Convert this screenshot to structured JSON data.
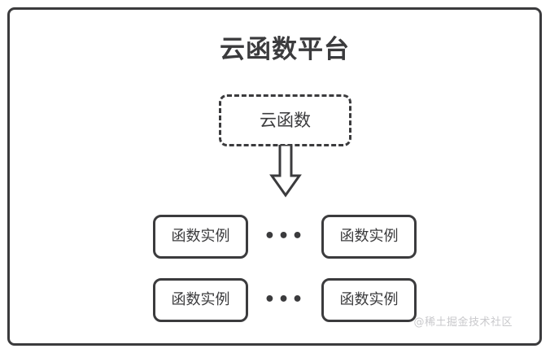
{
  "diagram": {
    "platform": {
      "title": "云函数平台",
      "border_color": "#3b3b3d",
      "background_color": "#ffffff"
    },
    "function_node": {
      "label": "云函数",
      "style": "dashed-rounded-rect",
      "border_color": "#3b3b3d"
    },
    "arrow": {
      "name": "down-block-arrow",
      "direction": "down",
      "stroke_color": "#3b3b3d",
      "fill_color": "#ffffff"
    },
    "instance_rows": [
      {
        "left_instance": "函数实例",
        "ellipsis": "•••",
        "right_instance": "函数实例"
      },
      {
        "left_instance": "函数实例",
        "ellipsis": "•••",
        "right_instance": "函数实例"
      }
    ],
    "watermark": {
      "text": "@稀土掘金技术社区",
      "color": "#c9c9cc"
    }
  }
}
